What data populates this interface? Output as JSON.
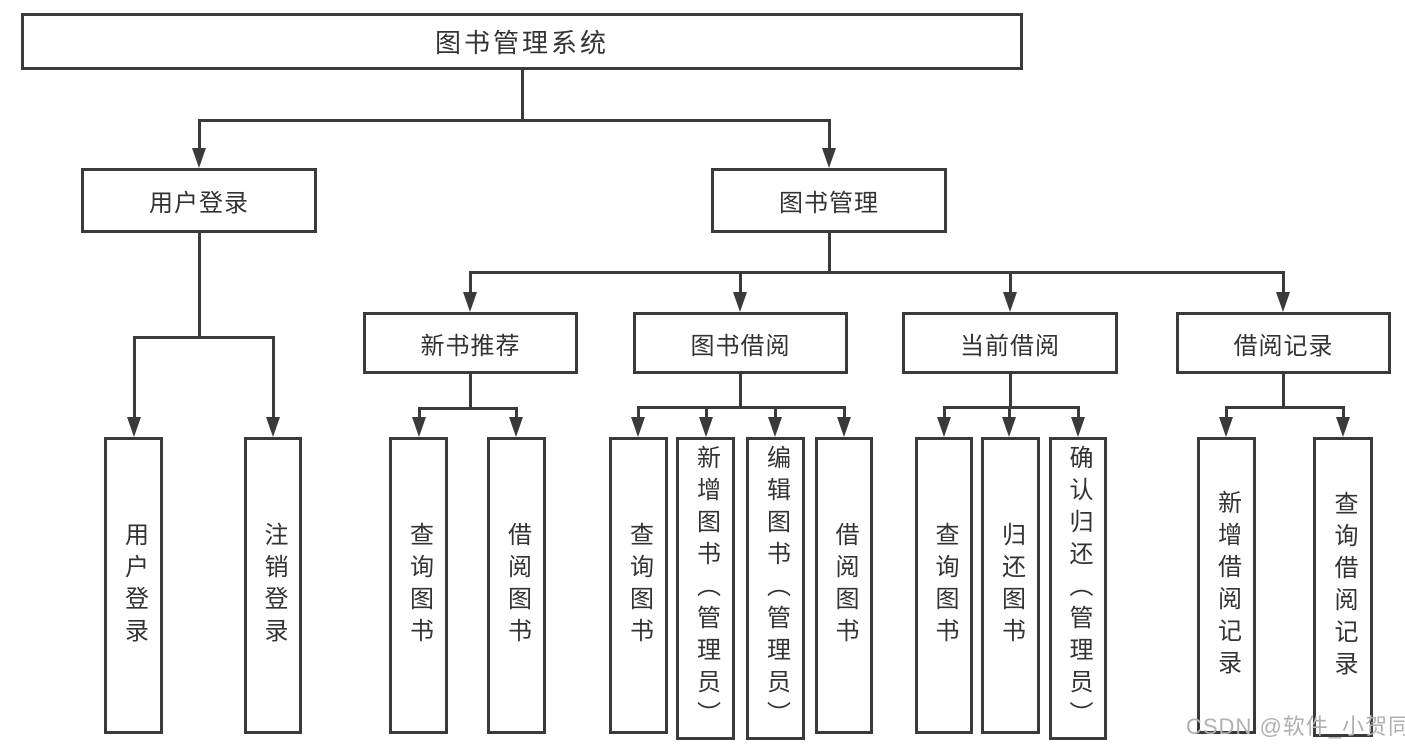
{
  "tree": {
    "label": "图书管理系统",
    "children": [
      {
        "label": "用户登录",
        "children": [
          {
            "label": "用户登录"
          },
          {
            "label": "注销登录"
          }
        ]
      },
      {
        "label": "图书管理",
        "children": [
          {
            "label": "新书推荐",
            "children": [
              {
                "label": "查询图书"
              },
              {
                "label": "借阅图书"
              }
            ]
          },
          {
            "label": "图书借阅",
            "children": [
              {
                "label": "查询图书"
              },
              {
                "label": "新增图书（管理员）"
              },
              {
                "label": "编辑图书（管理员）"
              },
              {
                "label": "借阅图书"
              }
            ]
          },
          {
            "label": "当前借阅",
            "children": [
              {
                "label": "查询图书"
              },
              {
                "label": "归还图书"
              },
              {
                "label": "确认归还（管理员）"
              }
            ]
          },
          {
            "label": "借阅记录",
            "children": [
              {
                "label": "新增借阅记录"
              },
              {
                "label": "查询借阅记录"
              }
            ]
          }
        ]
      }
    ]
  },
  "watermark": "CSDN @软件_小贺同学",
  "icons": {
    "arrow_down": "css-triangle-down"
  },
  "colors": {
    "border_line": "#3a3a3a",
    "node_text": "#333333",
    "watermark_text": "#b0b0b0",
    "background": "#ffffff"
  }
}
